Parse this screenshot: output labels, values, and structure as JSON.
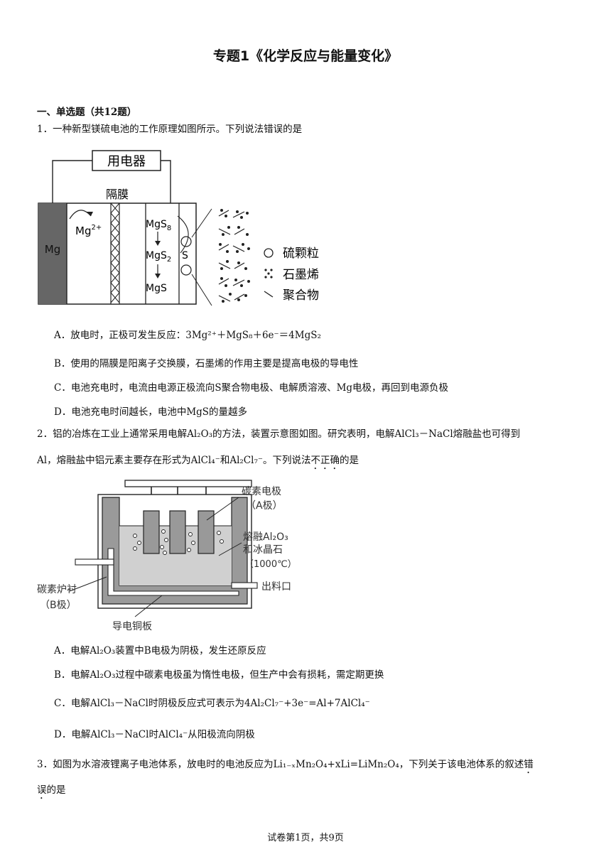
{
  "title": "专题1《化学反应与能量变化》",
  "section": "一、单选题（共12题）",
  "q1": {
    "stem": "1．一种新型镁硫电池的工作原理如图所示。下列说法错误的是",
    "figure": {
      "device": "用电器",
      "membrane": "隔膜",
      "mg": "Mg",
      "mg_ion": "Mg",
      "mg_ion_charge": "2+",
      "mgs8": "MgS",
      "mgs8_sub": "8",
      "mgs2": "MgS",
      "mgs2_sub": "2",
      "mgs": "MgS",
      "s": "S",
      "legend_sulfur": "硫颗粒",
      "legend_graphene": "石墨烯",
      "legend_polymer": "聚合物"
    },
    "options": {
      "A_text": "A．放电时，正极可发生反应：",
      "A_formula": "3Mg²⁺＋MgS₈＋6e⁻＝4MgS₂",
      "B": "B．使用的隔膜是阳离子交换膜，石墨烯的作用主要是提高电极的导电性",
      "C": "C．电池充电时，电流由电源正极流向S聚合物电极、电解质溶液、Mg电极，再回到电源负极",
      "D": "D．电池充电时间越长，电池中MgS的量越多"
    }
  },
  "q2": {
    "stem_line1": "2．铝的冶炼在工业上通常采用电解Al₂O₃的方法，装置示意图如图。研究表明，电解AlCl₃－NaCl熔融盐也可得到",
    "stem_line2_a": "Al，熔融盐中铝元素主要存在形式为AlCl₄⁻和Al₂Cl₇⁻。下列说法",
    "stem_line2_emph": "不正确",
    "stem_line2_b": "的是",
    "figure": {
      "carbon_electrode": "碳素电极",
      "a_pole": "（A极）",
      "molten": "熔融Al₂O₃",
      "cryolite": "和冰晶石",
      "temp": "（1000℃）",
      "lining": "碳素炉衬",
      "b_pole": "（B极）",
      "outlet": "出料口",
      "copper_plate": "导电铜板"
    },
    "options": {
      "A": "A．电解Al₂O₃装置中B电极为阴极，发生还原反应",
      "B": "B．电解Al₂O₃过程中碳素电极虽为惰性电极，但生产中会有损耗，需定期更换",
      "C": "C．电解AlCl₃－NaCl时阴极反应式可表示为4Al₂Cl₇⁻+3e⁻=Al+7AlCl₄⁻",
      "D": "D．电解AlCl₃－NaCl时AlCl₄⁻从阳极流向阴极"
    }
  },
  "q3": {
    "stem_line1": "3．如图为水溶液锂离子电池体系，放电时的电池反应为Li₁₋ₓMn₂O₄+xLi=LiMn₂O₄，下列关于该电池体系的叙述",
    "stem_line1_emph": "错",
    "stem_line2_emph": "误",
    "stem_line2": "的是"
  },
  "footer": "试卷第1页，共9页"
}
